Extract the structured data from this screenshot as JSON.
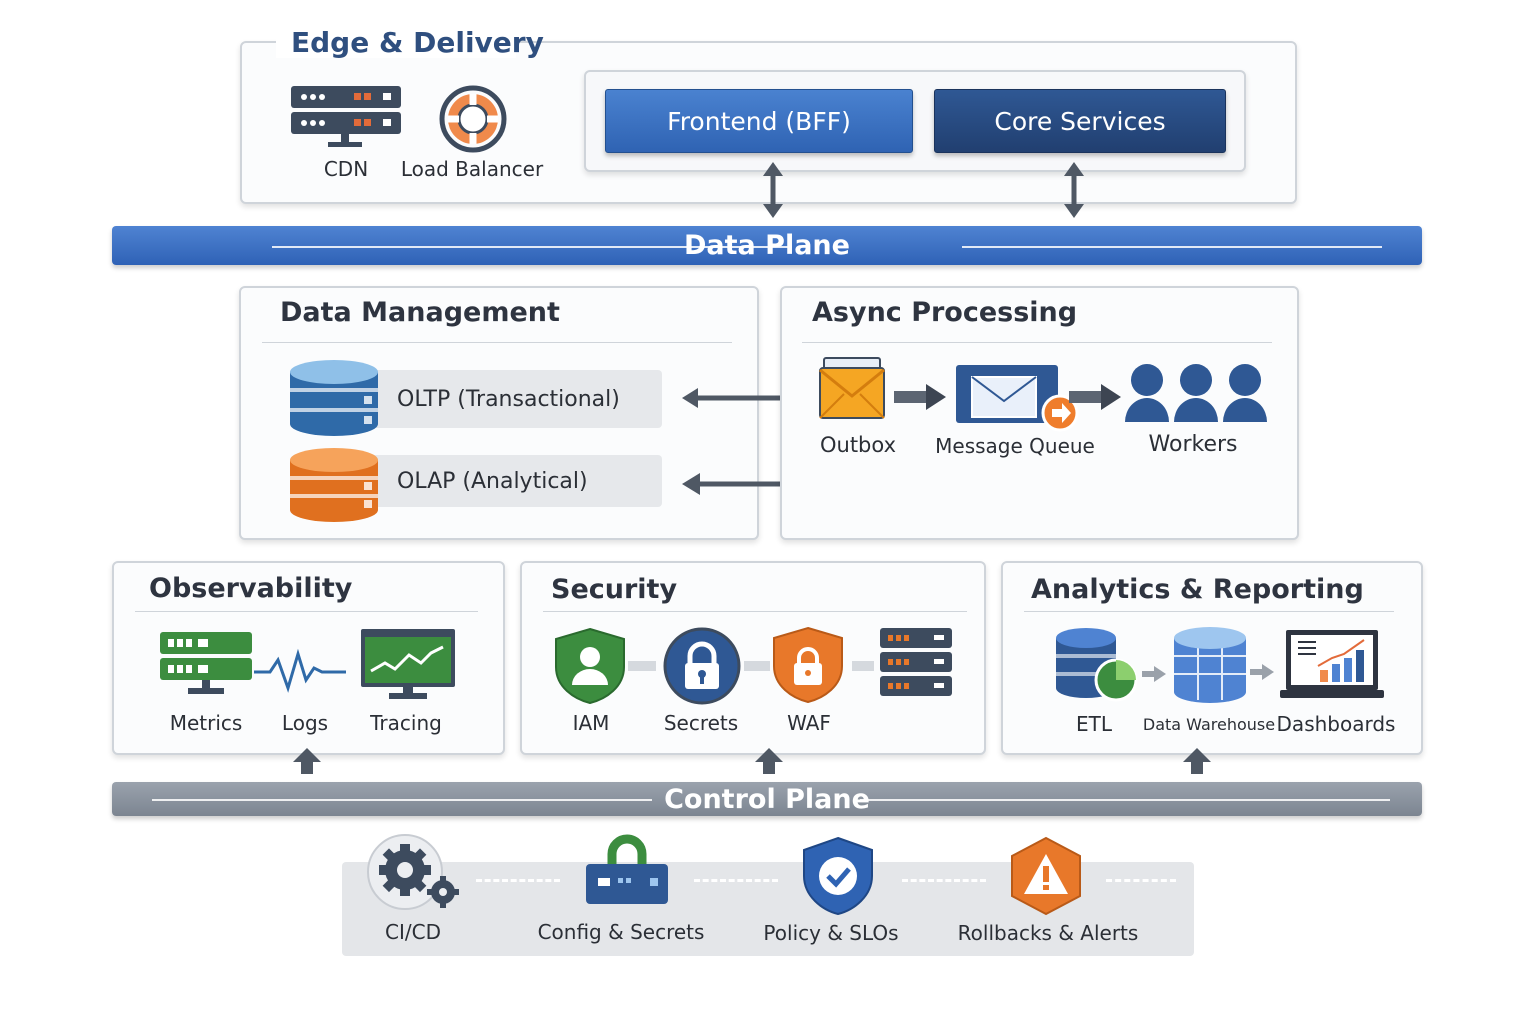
{
  "edge": {
    "title": "Edge & Delivery",
    "cdn_label": "CDN",
    "lb_label": "Load Balancer",
    "frontend_label": "Frontend (BFF)",
    "core_label": "Core Services"
  },
  "data_plane": {
    "label": "Data Plane"
  },
  "data_mgmt": {
    "title": "Data Management",
    "oltp_label": "OLTP (Transactional)",
    "olap_label": "OLAP (Analytical)"
  },
  "async": {
    "title": "Async Processing",
    "outbox_label": "Outbox",
    "queue_label": "Message Queue",
    "workers_label": "Workers"
  },
  "observability": {
    "title": "Observability",
    "metrics_label": "Metrics",
    "logs_label": "Logs",
    "tracing_label": "Tracing"
  },
  "security": {
    "title": "Security",
    "iam_label": "IAM",
    "secrets_label": "Secrets",
    "waf_label": "WAF"
  },
  "analytics": {
    "title": "Analytics & Reporting",
    "etl_label": "ETL",
    "dw_label": "Data Warehouse",
    "dash_label": "Dashboards"
  },
  "control_plane": {
    "label": "Control Plane"
  },
  "control": {
    "cicd_label": "CI/CD",
    "config_label": "Config & Secrets",
    "policy_label": "Policy & SLOs",
    "rollback_label": "Rollbacks & Alerts"
  },
  "colors": {
    "blue": "#3a6fc2",
    "navy": "#24477e",
    "gray_plane": "#8a93a0",
    "orange": "#e8782a",
    "green": "#3c8d3f"
  }
}
